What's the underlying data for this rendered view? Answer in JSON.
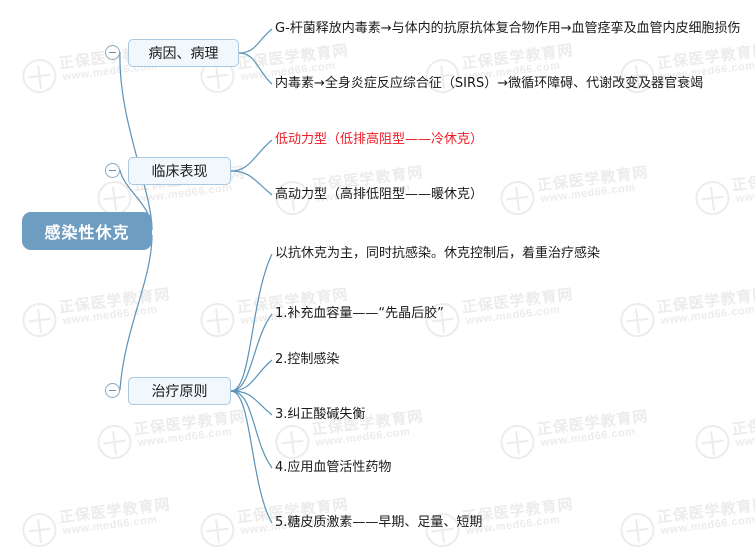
{
  "diagram": {
    "type": "mind-map",
    "orientation": "left-to-right",
    "accent_color": "#ee1b24",
    "root_fill": "#6d9dc0",
    "branch_fill": "#f1f7fb",
    "branch_border": "#a9c9e2",
    "link_color": "#5b92b8",
    "root": {
      "label": "感染性休克"
    },
    "branches": [
      {
        "label": "病因、病理",
        "collapsed": false,
        "children": [
          {
            "label": "G-杆菌释放内毒素→与体内的抗原抗体复合物作用→血管痉挛及血管内皮细胞损伤",
            "highlight": false
          },
          {
            "label": "内毒素→全身炎症反应综合征（SIRS）→微循环障碍、代谢改变及器官衰竭",
            "highlight": false
          }
        ]
      },
      {
        "label": "临床表现",
        "collapsed": false,
        "children": [
          {
            "label": "低动力型（低排高阻型——冷休克）",
            "highlight": true
          },
          {
            "label": "高动力型（高排低阻型——暖休克）",
            "highlight": false
          }
        ]
      },
      {
        "label": "治疗原则",
        "collapsed": false,
        "children": [
          {
            "label": "以抗休克为主，同时抗感染。休克控制后，着重治疗感染",
            "highlight": false
          },
          {
            "label": "1.补充血容量——“先晶后胶”",
            "highlight": false
          },
          {
            "label": "2.控制感染",
            "highlight": false
          },
          {
            "label": "3.纠正酸碱失衡",
            "highlight": false
          },
          {
            "label": "4.应用血管活性药物",
            "highlight": false
          },
          {
            "label": "5.糖皮质激素——早期、足量、短期",
            "highlight": false
          }
        ]
      }
    ]
  },
  "watermark": {
    "brand": "正保医学教育网",
    "url": "www.med66.com"
  }
}
